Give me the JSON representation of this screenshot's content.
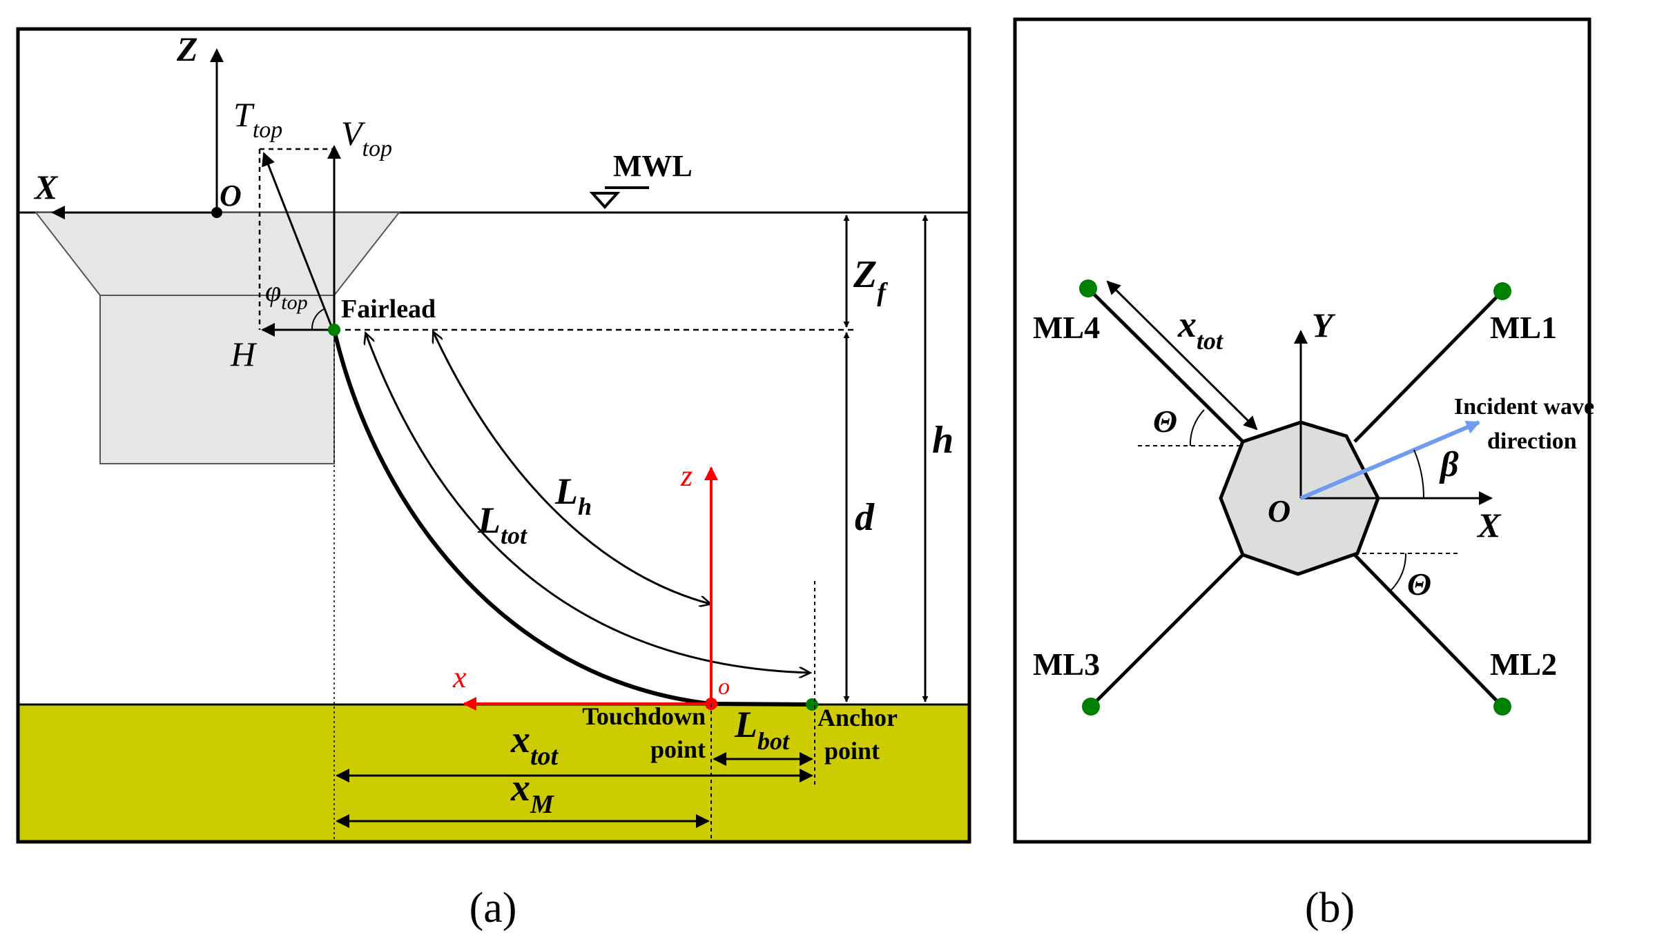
{
  "panel_a": {
    "axis_Z": "Z",
    "axis_X": "X",
    "origin_O": "O",
    "T_main": "T",
    "T_sub": "top",
    "V_main": "V",
    "V_sub": "top",
    "phi_main": "φ",
    "phi_sub": "top",
    "H_label": "H",
    "mwl_label": "MWL",
    "fairlead_label": "Fairlead",
    "Zf_main": "Z",
    "Zf_sub": "f",
    "h_label": "h",
    "d_label": "d",
    "Lh_main": "L",
    "Lh_sub": "h",
    "Ltot_main": "L",
    "Ltot_sub": "tot",
    "local_z": "z",
    "local_x": "x",
    "local_o": "o",
    "touchdown_line1": "Touchdown",
    "touchdown_line2": "point",
    "anchor_line1": "Anchor",
    "anchor_line2": "point",
    "Lbot_main": "L",
    "Lbot_sub": "bot",
    "xtot_main": "x",
    "xtot_sub": "tot",
    "xM_main": "x",
    "xM_sub": "M",
    "caption": "(a)"
  },
  "panel_b": {
    "ml1": "ML1",
    "ml2": "ML2",
    "ml3": "ML3",
    "ml4": "ML4",
    "axis_Y": "Y",
    "axis_X": "X",
    "origin_O": "O",
    "xtot_main": "x",
    "xtot_sub": "tot",
    "theta_upper": "Θ",
    "theta_lower": "Θ",
    "beta": "β",
    "incident_line1": "Incident wave",
    "incident_line2": "direction",
    "caption": "(b)"
  },
  "colors": {
    "seabed": "#cccc00",
    "floater": "#e6e6e6",
    "local_axes": "#ff0000",
    "anchor_points": "#008000",
    "wave_arrow": "#6f9cf0"
  }
}
